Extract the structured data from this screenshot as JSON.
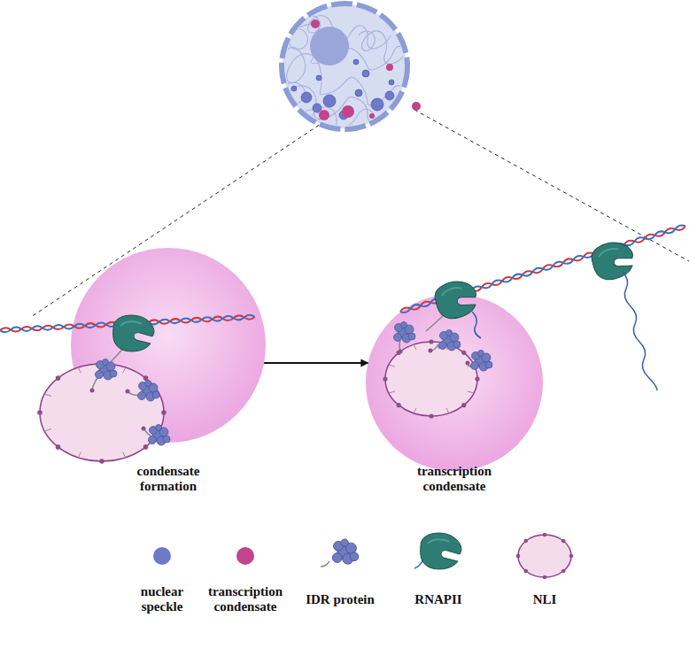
{
  "diagram": {
    "nodes": [
      {
        "text": [
          "condensate formation"
        ]
      },
      {
        "text": [
          "transcription condensate"
        ]
      }
    ],
    "edges": [
      {
        "from": 0,
        "to": 1,
        "arrow": "to"
      }
    ],
    "legend": [
      {
        "text": "nuclear speckle",
        "color": "#6f78c9"
      },
      {
        "text": "transcription condensate",
        "color": "#c2448c"
      },
      {
        "text": "IDR protein"
      },
      {
        "text": "RNAPII"
      },
      {
        "text": "NLI"
      }
    ]
  }
}
